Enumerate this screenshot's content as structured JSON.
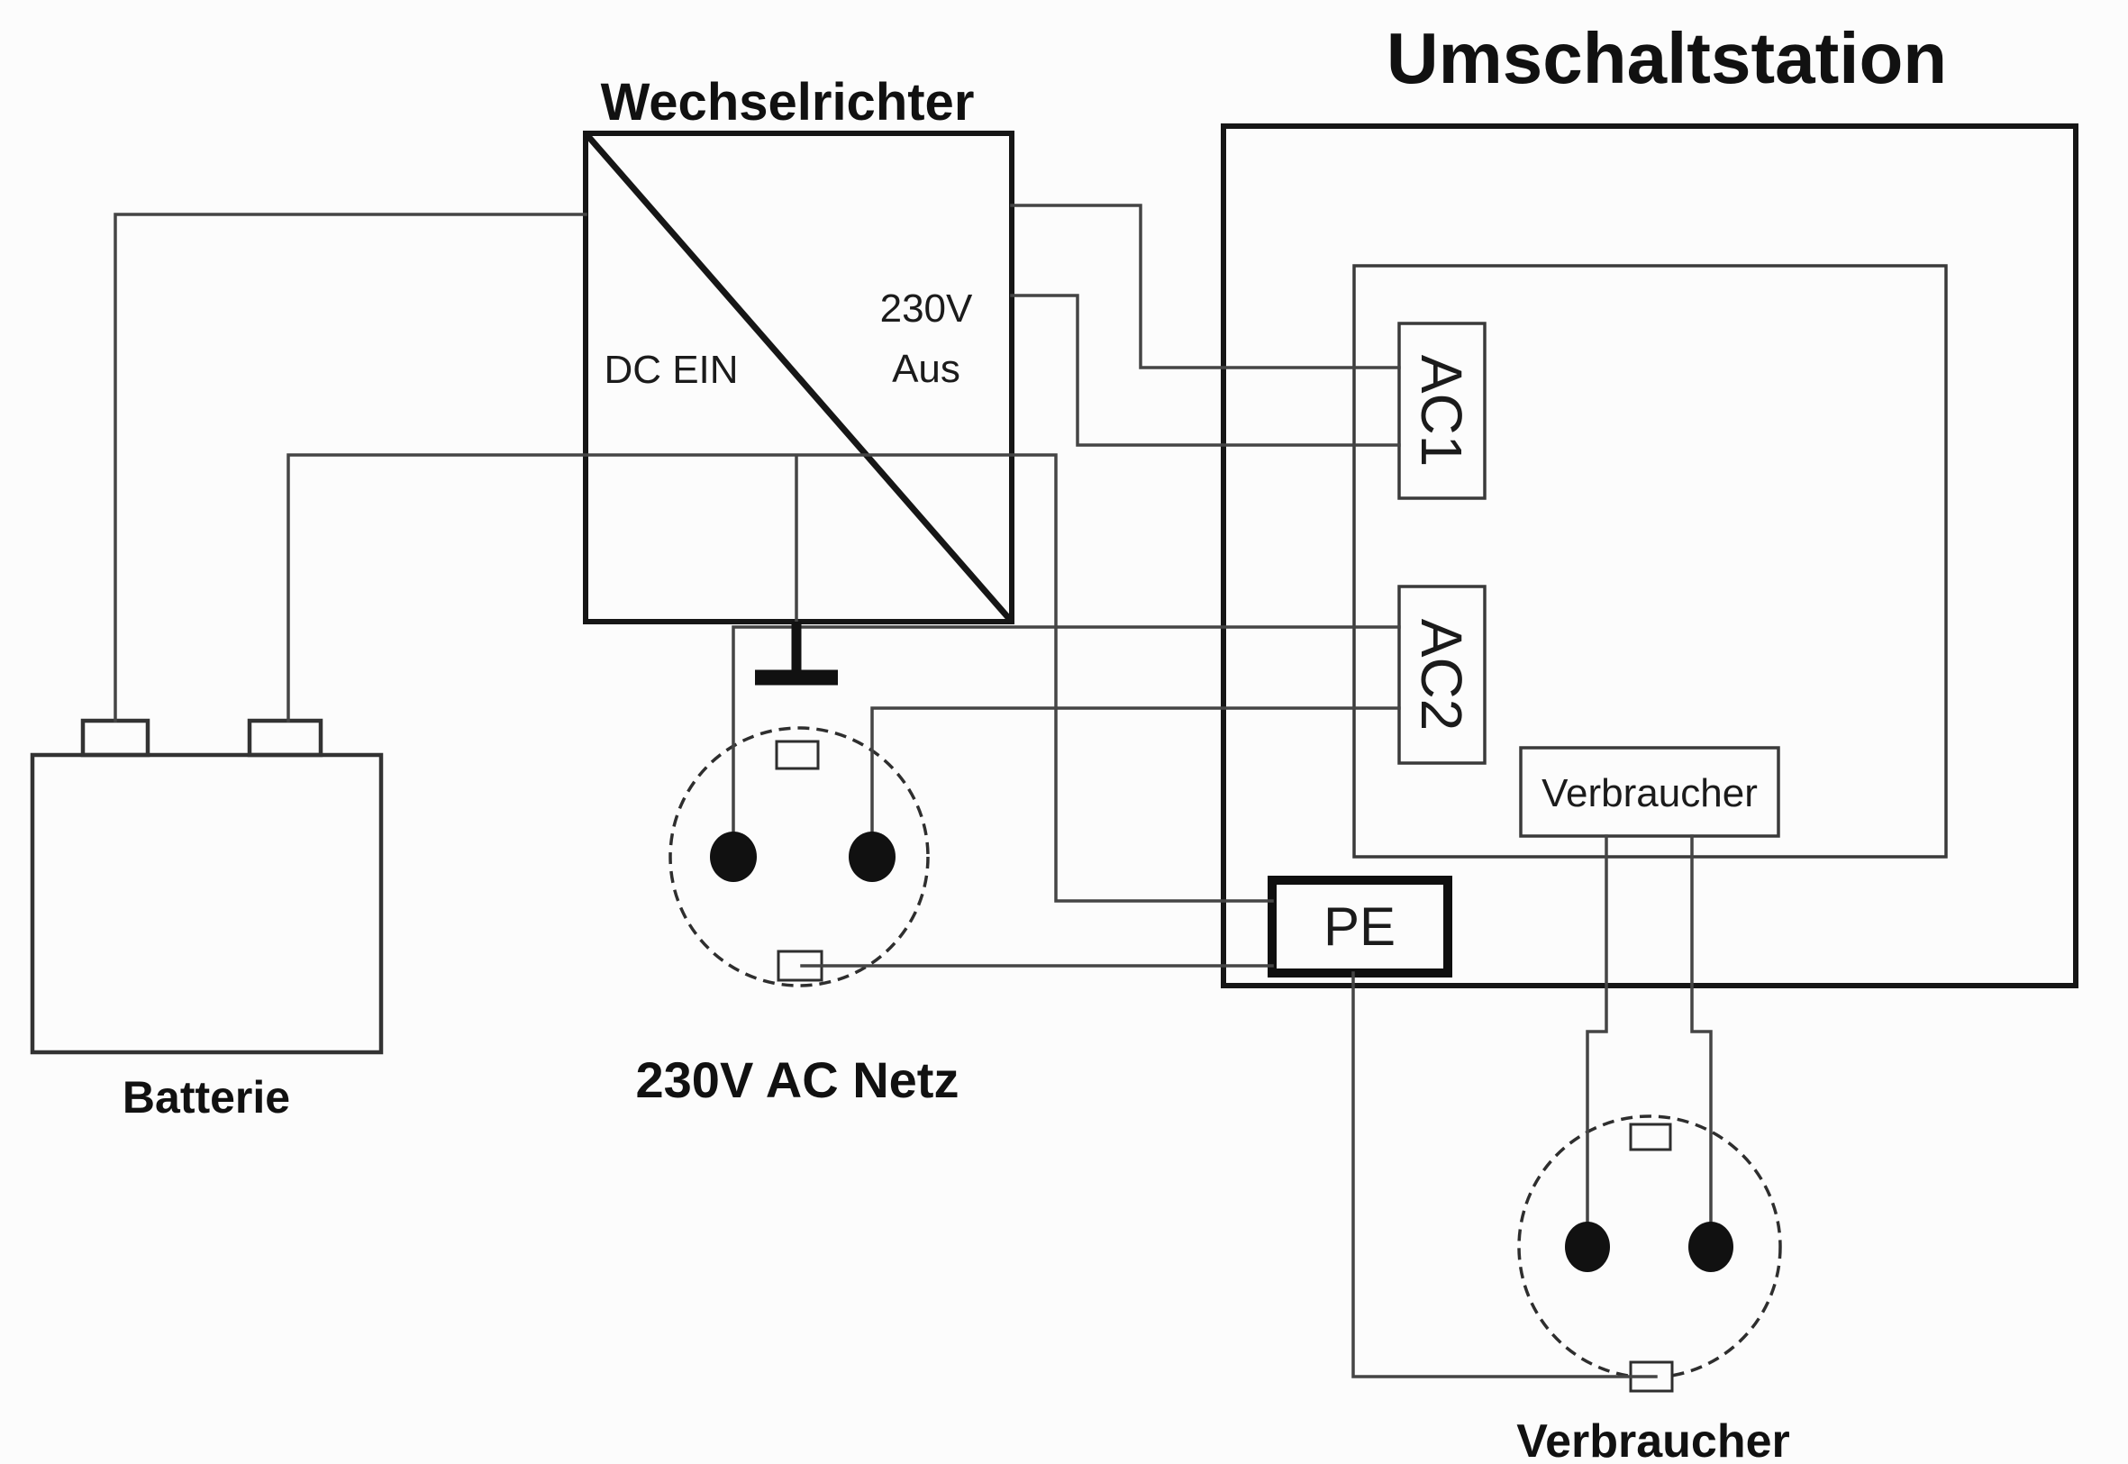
{
  "diagram_type": "electrical-schematic",
  "colors": {
    "background": "#fcfcfc",
    "line": "#454545",
    "box": "#161616",
    "text": "#1b1b1b"
  },
  "inverter": {
    "title": "Wechselrichter",
    "input_label": "DC EIN",
    "output_line1": "230V",
    "output_line2": "Aus"
  },
  "switch_station": {
    "title": "Umschaltstation",
    "input1": "AC1",
    "input2": "AC2",
    "output": "Verbraucher",
    "earth": "PE"
  },
  "battery": {
    "label": "Batterie"
  },
  "mains_socket": {
    "label": "230V AC Netz"
  },
  "consumer_socket": {
    "label": "Verbraucher"
  }
}
